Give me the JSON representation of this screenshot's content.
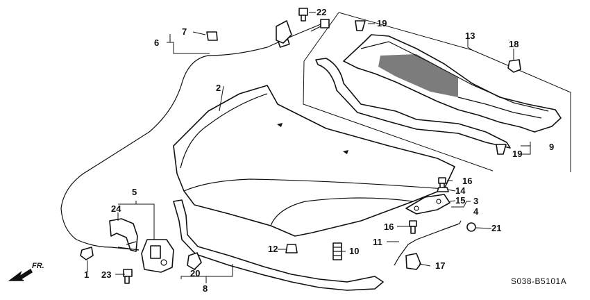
{
  "diagram_code": "S038-B5101A",
  "direction_label": "FR.",
  "callouts": {
    "c1": "1",
    "c2": "2",
    "c3": "3",
    "c4": "4",
    "c5": "5",
    "c6": "6",
    "c7": "7",
    "c8": "8",
    "c9": "9",
    "c10": "10",
    "c11": "11",
    "c12": "12",
    "c13": "13",
    "c14": "14",
    "c15": "15",
    "c16a": "16",
    "c16b": "16",
    "c17": "17",
    "c18": "18",
    "c19a": "19",
    "c19b": "19",
    "c20": "20",
    "c21": "21",
    "c22": "22",
    "c23": "23",
    "c24": "24"
  },
  "icons": {
    "direction": "front-arrow-icon",
    "parts": [
      "hood",
      "hood-release-cable",
      "hood-lock",
      "hood-seal",
      "cowl-top",
      "hood-hinge",
      "hood-support-rod",
      "bolt",
      "clip",
      "grommet",
      "cushion"
    ]
  }
}
